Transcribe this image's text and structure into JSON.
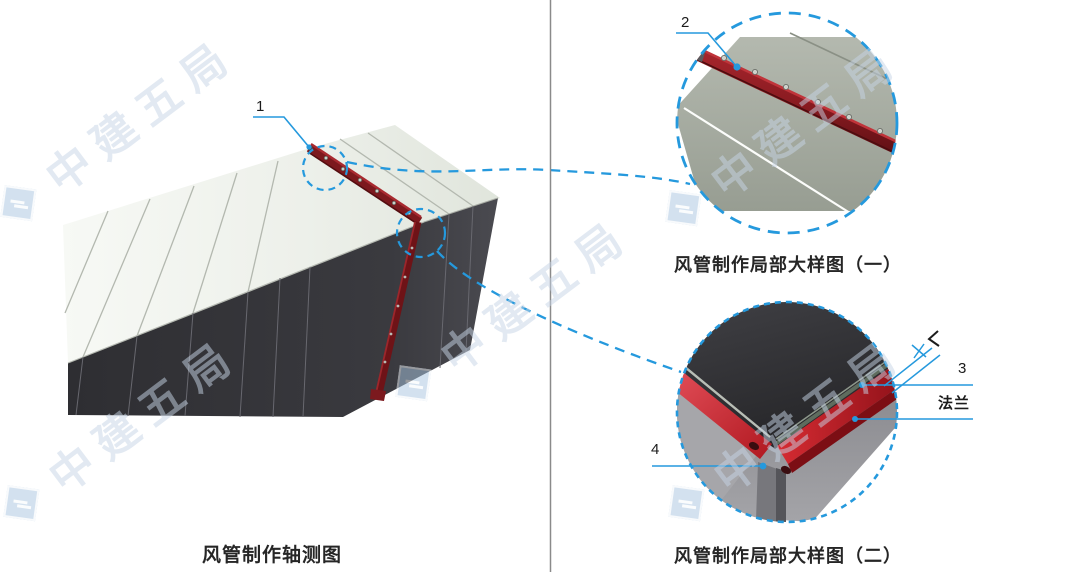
{
  "page": {
    "background": "#ffffff"
  },
  "divider": {
    "color": "#8a8a8a"
  },
  "axon_view": {
    "caption": "风管制作轴测图",
    "callout_flange": "1"
  },
  "detail_one": {
    "caption": "风管制作局部大样图（一）",
    "callout_flange_strip": "2"
  },
  "detail_two": {
    "caption": "风管制作局部大样图（二）",
    "callout_panel_edge": "3",
    "callout_corner_bolt": "4",
    "flange_label": "法兰"
  },
  "watermark": {
    "text": "中建五局"
  },
  "colors": {
    "accent_blue": "#2599dd",
    "flange_dark_red": "#7c191e",
    "detail_bright_red": "#c2242b",
    "duct_dark_face": "#37373b",
    "duct_light_face": "#eff1ec",
    "caption_text": "#262626"
  }
}
